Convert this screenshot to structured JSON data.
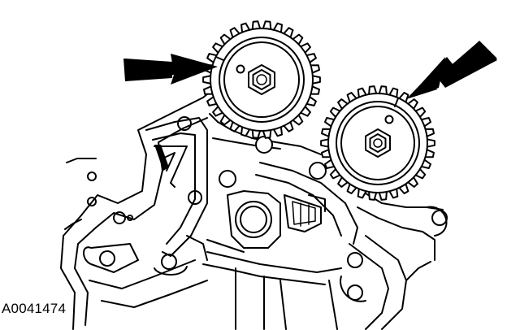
{
  "figure": {
    "id_label": "A0041474"
  },
  "parts": {
    "left_sprocket": "timing-sprocket",
    "right_sprocket": "timing-sprocket",
    "left_arrow": "pointer-arrow",
    "right_arrow": "pointer-arrow",
    "housing": "engine-front-cover"
  },
  "colors": {
    "ink": "#000000",
    "paper": "#ffffff"
  }
}
